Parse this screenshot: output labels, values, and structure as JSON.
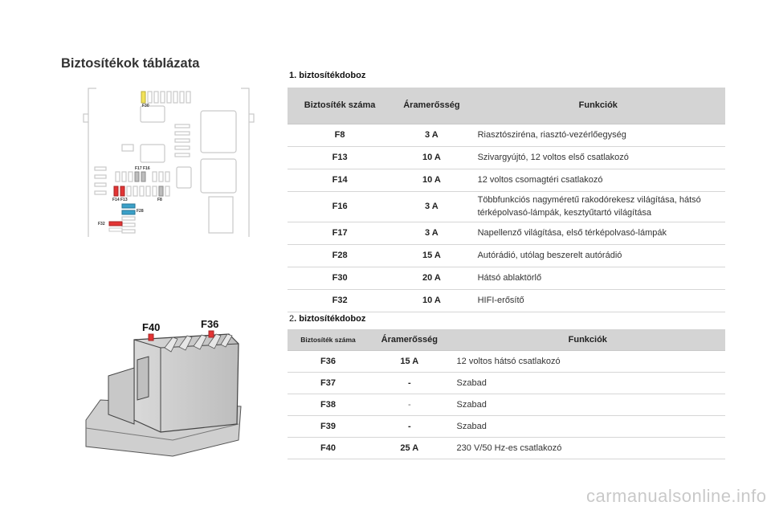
{
  "page_title": "Biztosítékok táblázata",
  "box1": {
    "heading": "1. biztosítékdoboz",
    "headers": [
      "Biztosíték száma",
      "Áramerősség",
      "Funkciók"
    ],
    "rows": [
      {
        "fuse": "F8",
        "amp": "3 A",
        "func": "Riasztósziréna, riasztó-vezérlőegység"
      },
      {
        "fuse": "F13",
        "amp": "10 A",
        "func": "Szivargyújtó, 12 voltos első csatlakozó"
      },
      {
        "fuse": "F14",
        "amp": "10 A",
        "func": "12 voltos csomagtéri csatlakozó"
      },
      {
        "fuse": "F16",
        "amp": "3 A",
        "func": "Többfunkciós nagyméretű rakodórekesz világítása, hátsó térképolvasó-lámpák, kesztyűtartó világítása"
      },
      {
        "fuse": "F17",
        "amp": "3 A",
        "func": "Napellenző világítása, első térképolvasó-lámpák"
      },
      {
        "fuse": "F28",
        "amp": "15 A",
        "func": "Autórádió, utólag beszerelt autórádió"
      },
      {
        "fuse": "F30",
        "amp": "20 A",
        "func": "Hátsó ablaktörlő"
      },
      {
        "fuse": "F32",
        "amp": "10 A",
        "func": "HIFI-erősítő"
      }
    ]
  },
  "box2": {
    "heading_num": "2",
    "heading_text": ". biztosítékdoboz",
    "headers": [
      "Biztosíték száma",
      "Áramerősség",
      "Funkciók"
    ],
    "rows": [
      {
        "fuse": "F36",
        "amp": "15 A",
        "func": "12 voltos hátsó csatlakozó"
      },
      {
        "fuse": "F37",
        "amp": "-",
        "func": "Szabad"
      },
      {
        "fuse": "F38",
        "amp": "-",
        "func": "Szabad"
      },
      {
        "fuse": "F39",
        "amp": "-",
        "func": "Szabad"
      },
      {
        "fuse": "F40",
        "amp": "25 A",
        "func": "230 V/50 Hz-es csatlakozó"
      }
    ]
  },
  "diagram1_labels": {
    "f30": "F30",
    "f17": "F17",
    "f16": "F16",
    "f14": "F14",
    "f13": "F13",
    "f8": "F8",
    "f28": "F28",
    "f32": "F32"
  },
  "diagram2_labels": {
    "f40": "F40",
    "f36": "F36"
  },
  "watermark": "carmanualsonline.info"
}
